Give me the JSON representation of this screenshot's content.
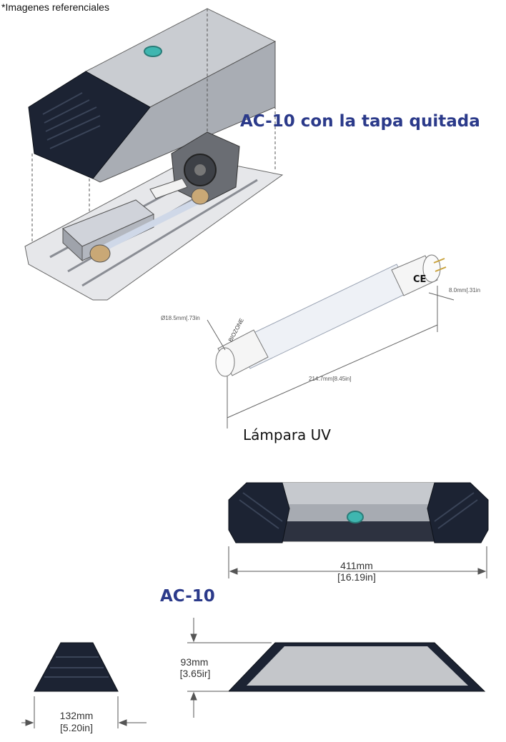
{
  "header_note": "*Imagenes referenciales",
  "exploded_view": {
    "title": "AC-10 con la tapa quitada"
  },
  "uv_lamp": {
    "caption": "Lámpara UV",
    "brand_text": "BIOZONE",
    "diameter_label": "Ø18.5mm[.73in",
    "pin_label": "8.0mm[.31in",
    "length_label": "214.7mm[8.45in]"
  },
  "front_view": {
    "width_mm": "411mm",
    "width_in": "[16.19in]"
  },
  "model_label": "AC-10",
  "side_view": {
    "depth_mm": "132mm",
    "depth_in": "[5.20in]"
  },
  "top_view": {
    "height_mm": "93mm",
    "height_in": "[3.65ir]"
  },
  "colors": {
    "title_blue": "#2b3a8a",
    "housing_dark": "#1c2333",
    "housing_silver": "#b9bcc2",
    "indicator_teal": "#3fb6b0"
  }
}
